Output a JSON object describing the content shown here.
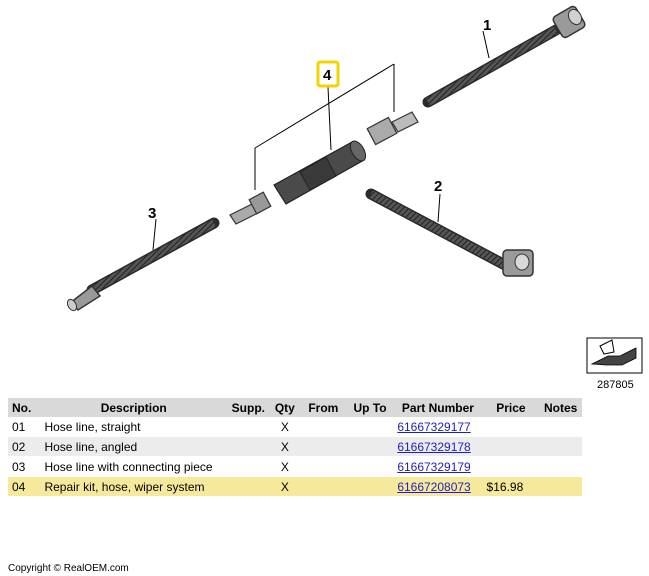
{
  "diagram": {
    "callouts": [
      "1",
      "2",
      "3",
      "4"
    ],
    "reference_number": "287805",
    "highlight_color": "#f2d500"
  },
  "table": {
    "headers": {
      "no": "No.",
      "description": "Description",
      "supp": "Supp.",
      "qty": "Qty",
      "from": "From",
      "upto": "Up To",
      "part_number": "Part Number",
      "price": "Price",
      "notes": "Notes"
    },
    "rows": [
      {
        "no": "01",
        "description": "Hose line, straight",
        "supp": "",
        "qty": "X",
        "from": "",
        "upto": "",
        "part_number": "61667329177",
        "price": "",
        "notes": ""
      },
      {
        "no": "02",
        "description": "Hose line, angled",
        "supp": "",
        "qty": "X",
        "from": "",
        "upto": "",
        "part_number": "61667329178",
        "price": "",
        "notes": ""
      },
      {
        "no": "03",
        "description": "Hose line with connecting piece",
        "supp": "",
        "qty": "X",
        "from": "",
        "upto": "",
        "part_number": "61667329179",
        "price": "",
        "notes": ""
      },
      {
        "no": "04",
        "description": "Repair kit, hose, wiper system",
        "supp": "",
        "qty": "X",
        "from": "",
        "upto": "",
        "part_number": "61667208073",
        "price": "$16.98",
        "notes": ""
      }
    ],
    "link_color": "#1f1fbf",
    "highlight_row_color": "#f7e99b"
  },
  "footer": {
    "copyright": "Copyright © RealOEM.com"
  }
}
